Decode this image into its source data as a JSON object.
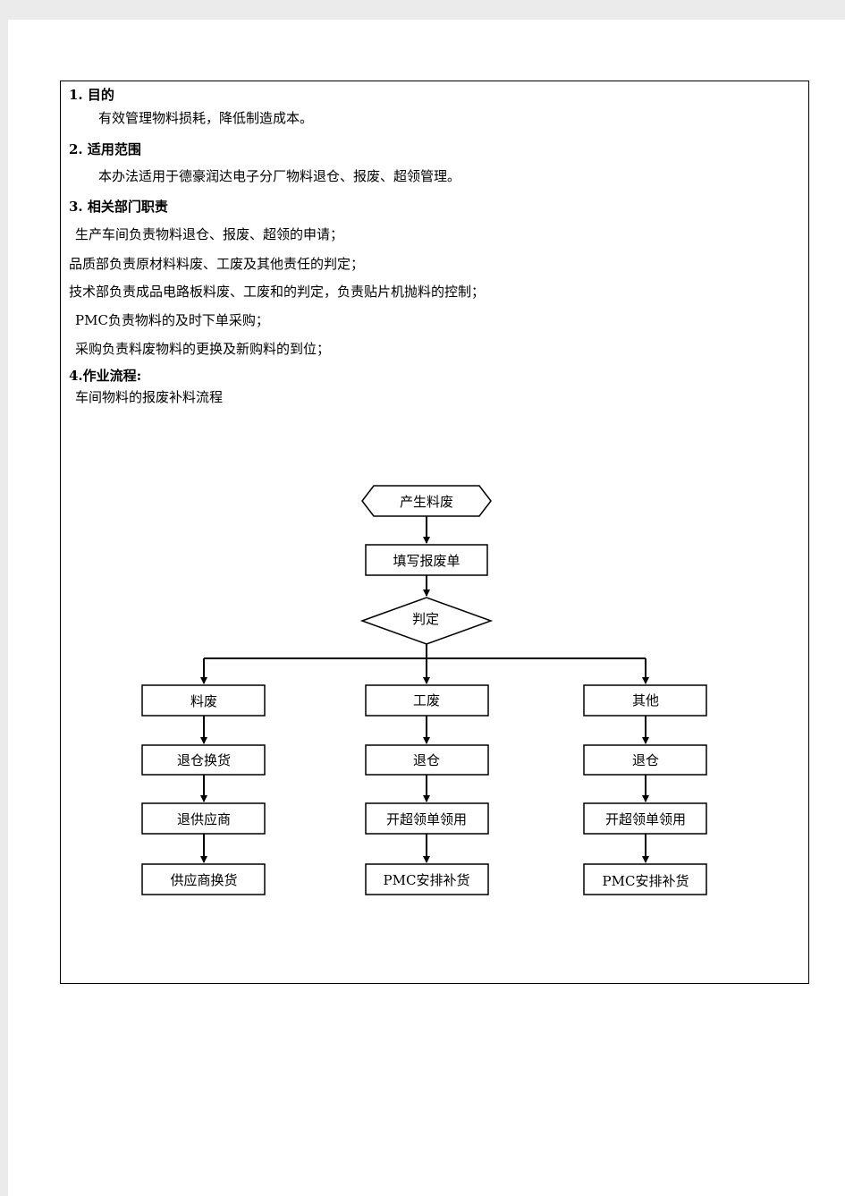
{
  "sections": {
    "s1_title": "1. 目的",
    "s1_body": "有效管理物料损耗，降低制造成本。",
    "s2_title": "2. 适用范围",
    "s2_body": "本办法适用于德豪润达电子分厂物料退仓、报废、超领管理。",
    "s3_title": "3. 相关部门职责",
    "s3_items": [
      "生产车间负责物料退仓、报废、超领的申请；",
      "品质部负责原材料料废、工废及其他责任的判定；",
      "技术部负责成品电路板料废、工废和的判定，负责贴片机抛料的控制；",
      "PMC负责物料的及时下单采购；",
      "采购负责料废物料的更换及新购料的到位；"
    ],
    "s4_title": "4.作业流程:",
    "s4_subtitle": "车间物料的报废补料流程"
  },
  "flowchart": {
    "start": "产生料废",
    "fill_form": "填写报废单",
    "decision": "判定",
    "branches": [
      {
        "head": "料废",
        "steps": [
          "退仓换货",
          "退供应商",
          "供应商换货"
        ]
      },
      {
        "head": "工废",
        "steps": [
          "退仓",
          "开超领单领用",
          "PMC安排补货"
        ]
      },
      {
        "head": "其他",
        "steps": [
          "退仓",
          "开超领单领用",
          "PMC安排补货"
        ]
      }
    ]
  }
}
